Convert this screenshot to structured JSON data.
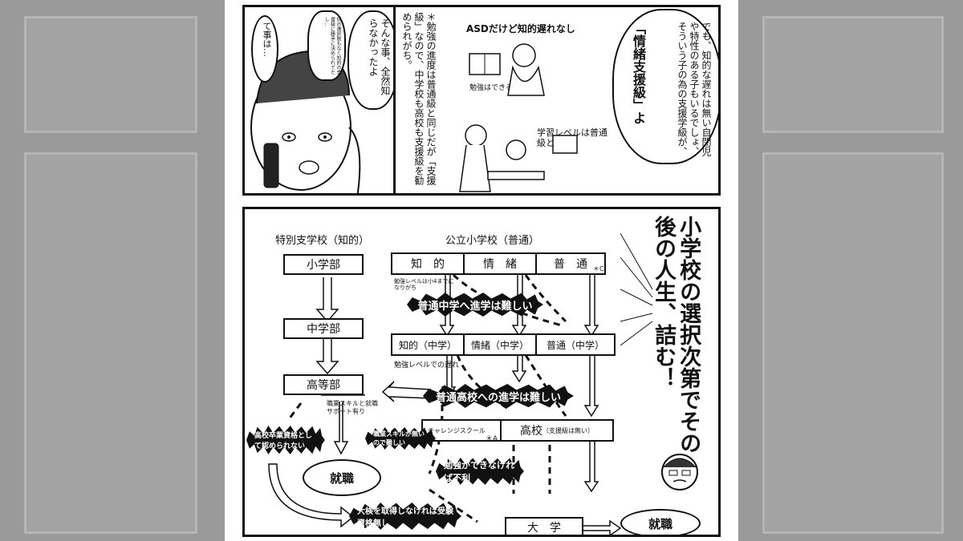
{
  "panel_top_left": {
    "speech_main": "そんな事、全然知らなかったよ",
    "speech_small": "何の選択肢もなく知的の支援級に勝手に決められてたし…",
    "speech_end": "て事は…"
  },
  "panel_top_right": {
    "speech_main": "でも、知的な遅れは無い自閉児や特性のある子もいるでしょ、そういう子の為の支援学級が、",
    "speech_quote": "「情緒支援級」よ",
    "note": "＊勉強の進度は普通級と同じだが「支援級」なので、中学校も高校も支援級を勧められがち。",
    "caption_asd": "ASDだけど知的遅れなし",
    "caption_study": "勉強はできる",
    "caption_level": "学習レベルは普通級と同じ"
  },
  "chart": {
    "headline": "小学校の選択次第でその後の人生、詰む！",
    "special_school_title": "特別支学校（知的）",
    "public_school_title": "公立小学校（普通）",
    "elem_dept": "小学部",
    "middle_dept": "中学部",
    "high_dept": "高等部",
    "elem_classes": [
      "知　的",
      "情　緒",
      "普　通"
    ],
    "mark_c": "＊C",
    "note_level": "勉強レベルは小4までになりがち",
    "burst_middle": "普通中学へ進学は難しい",
    "middle_classes": [
      "知的（中学）",
      "情緒（中学）",
      "普通（中学）"
    ],
    "note_delay": "勉強レベルでの遅れ",
    "burst_high": "普通高校への進学は難しい",
    "note_skill": "職業スキルと就職サポート有り",
    "challenge_school": "チャレンジスクール",
    "mark_a": "＊A",
    "high_school": "高校",
    "high_school_note": "（支援級は無い）",
    "burst_not_grad": "高校卒業資格として認められない",
    "burst_no_skill": "職業スキルが無いので難しい",
    "burst_study": "勉強ができなければ不利",
    "burst_exam": "大検を取得しなければ受験資格無し",
    "employment": "就職",
    "university": "大　学",
    "employment2": "就職"
  }
}
